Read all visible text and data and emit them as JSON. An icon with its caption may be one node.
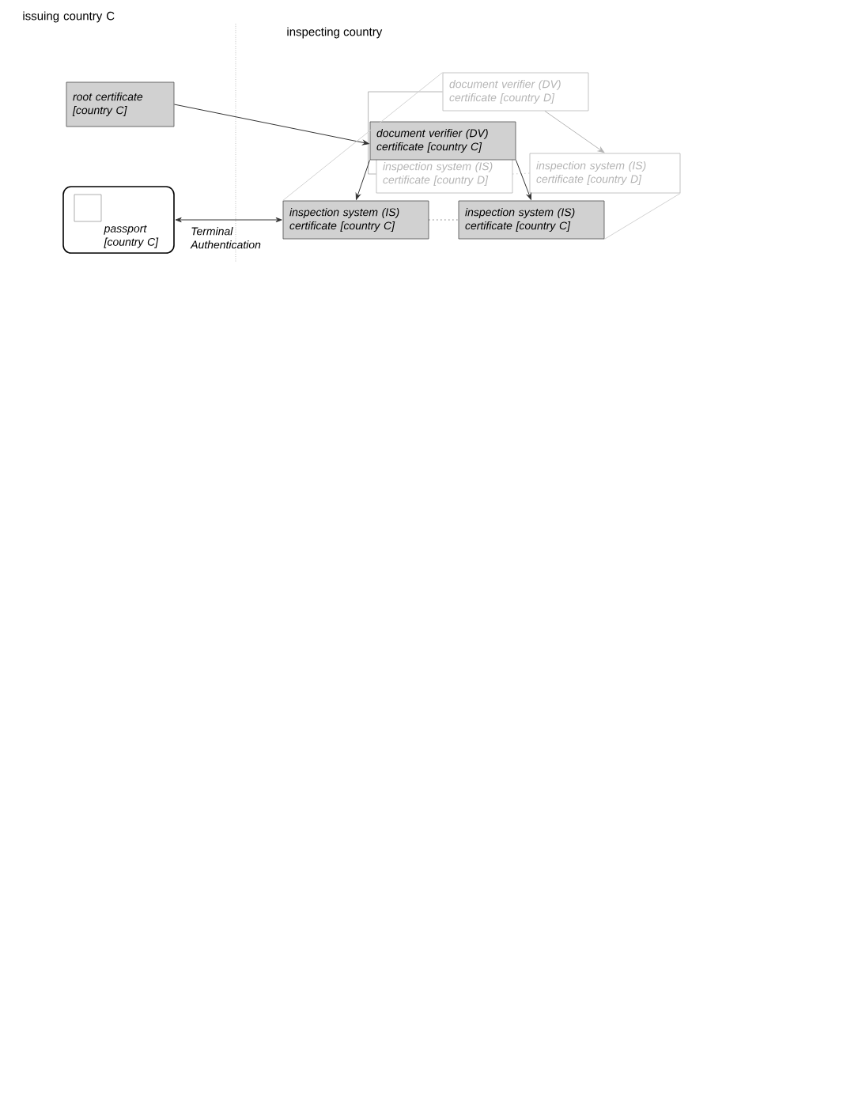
{
  "diagram": {
    "nodes": [
      {
        "text": [
          "root certificate [country C]"
        ]
      },
      {
        "text": [
          "document verifier (DV) certificate [country C]"
        ]
      },
      {
        "text": [
          "inspection system (IS) certificate [country C]"
        ]
      },
      {
        "text": [
          "inspection system (IS) certificate [country C]"
        ]
      },
      {
        "text": [
          "passport [country C]"
        ]
      },
      {
        "text": [
          "document verifier (DV) certificate [country D]"
        ]
      },
      {
        "text": [
          "inspection system (IS) certificate [country D]"
        ]
      },
      {
        "text": [
          "inspection system (IS) certificate [country D]"
        ]
      }
    ],
    "edges": [
      {
        "from": 0,
        "to": 1,
        "arrow": "to"
      },
      {
        "from": 1,
        "to": 2,
        "arrow": "to"
      },
      {
        "from": 1,
        "to": 3,
        "arrow": "to"
      },
      {
        "from": 4,
        "to": 2,
        "arrow": "both",
        "label": "Terminal Authentication"
      },
      {
        "from": 2,
        "to": 3,
        "arrow": "none",
        "style": "dashed"
      },
      {
        "from": 5,
        "to": 7,
        "arrow": "to",
        "color": "#b4b4b4"
      },
      {
        "from": 5,
        "to": 6,
        "arrow": "none",
        "color": "#b4b4b4"
      },
      {
        "from": 6,
        "to": 7,
        "arrow": "none",
        "style": "dashed",
        "color": "#b4b4b4"
      },
      {
        "from": 2,
        "to": 5,
        "arrow": "none",
        "color": "#d2d2d2"
      },
      {
        "from": 3,
        "to": 7,
        "arrow": "none",
        "color": "#d2d2d2"
      }
    ],
    "labels": [
      "issuing country C",
      "inspecting country"
    ]
  }
}
